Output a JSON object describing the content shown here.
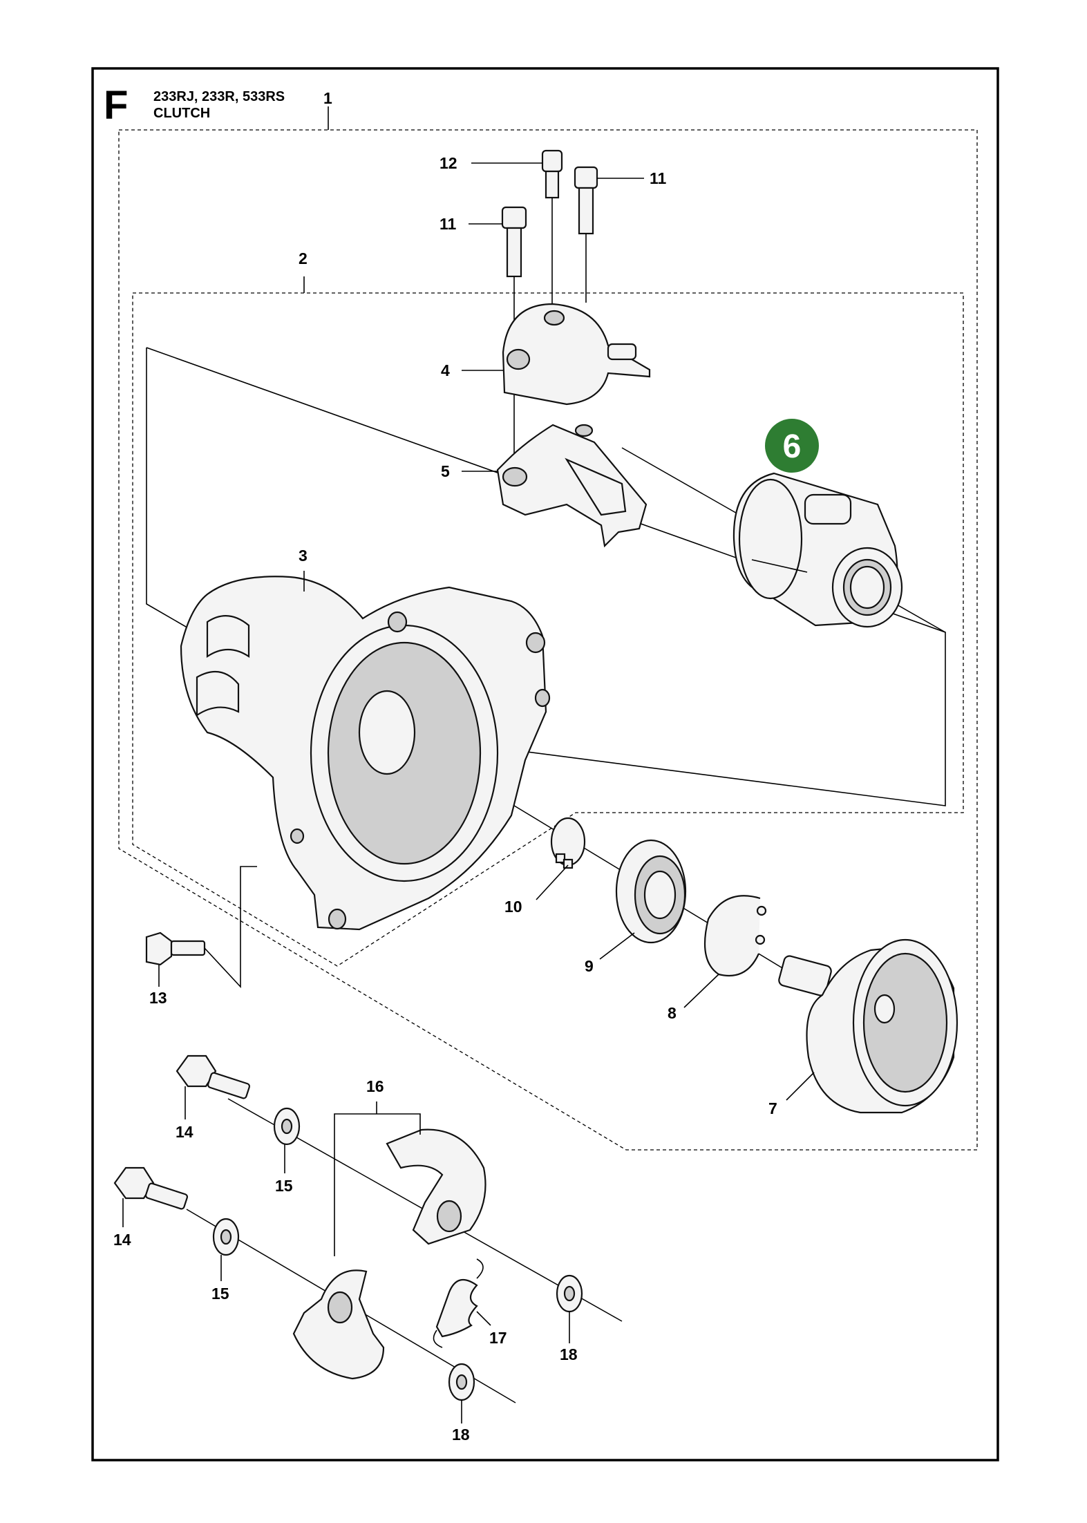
{
  "header": {
    "section_letter": "F",
    "models": "233RJ, 233R, 533RS",
    "title": "CLUTCH"
  },
  "highlight": {
    "part_number": "6",
    "color": "#2e7d32"
  },
  "part_labels": {
    "p1": "1",
    "p2": "2",
    "p3": "3",
    "p4": "4",
    "p5": "5",
    "p7": "7",
    "p8": "8",
    "p9": "9",
    "p10": "10",
    "p11a": "11",
    "p11b": "11",
    "p12": "12",
    "p13": "13",
    "p14a": "14",
    "p14b": "14",
    "p15a": "15",
    "p15b": "15",
    "p16": "16",
    "p17": "17",
    "p18a": "18",
    "p18b": "18"
  }
}
